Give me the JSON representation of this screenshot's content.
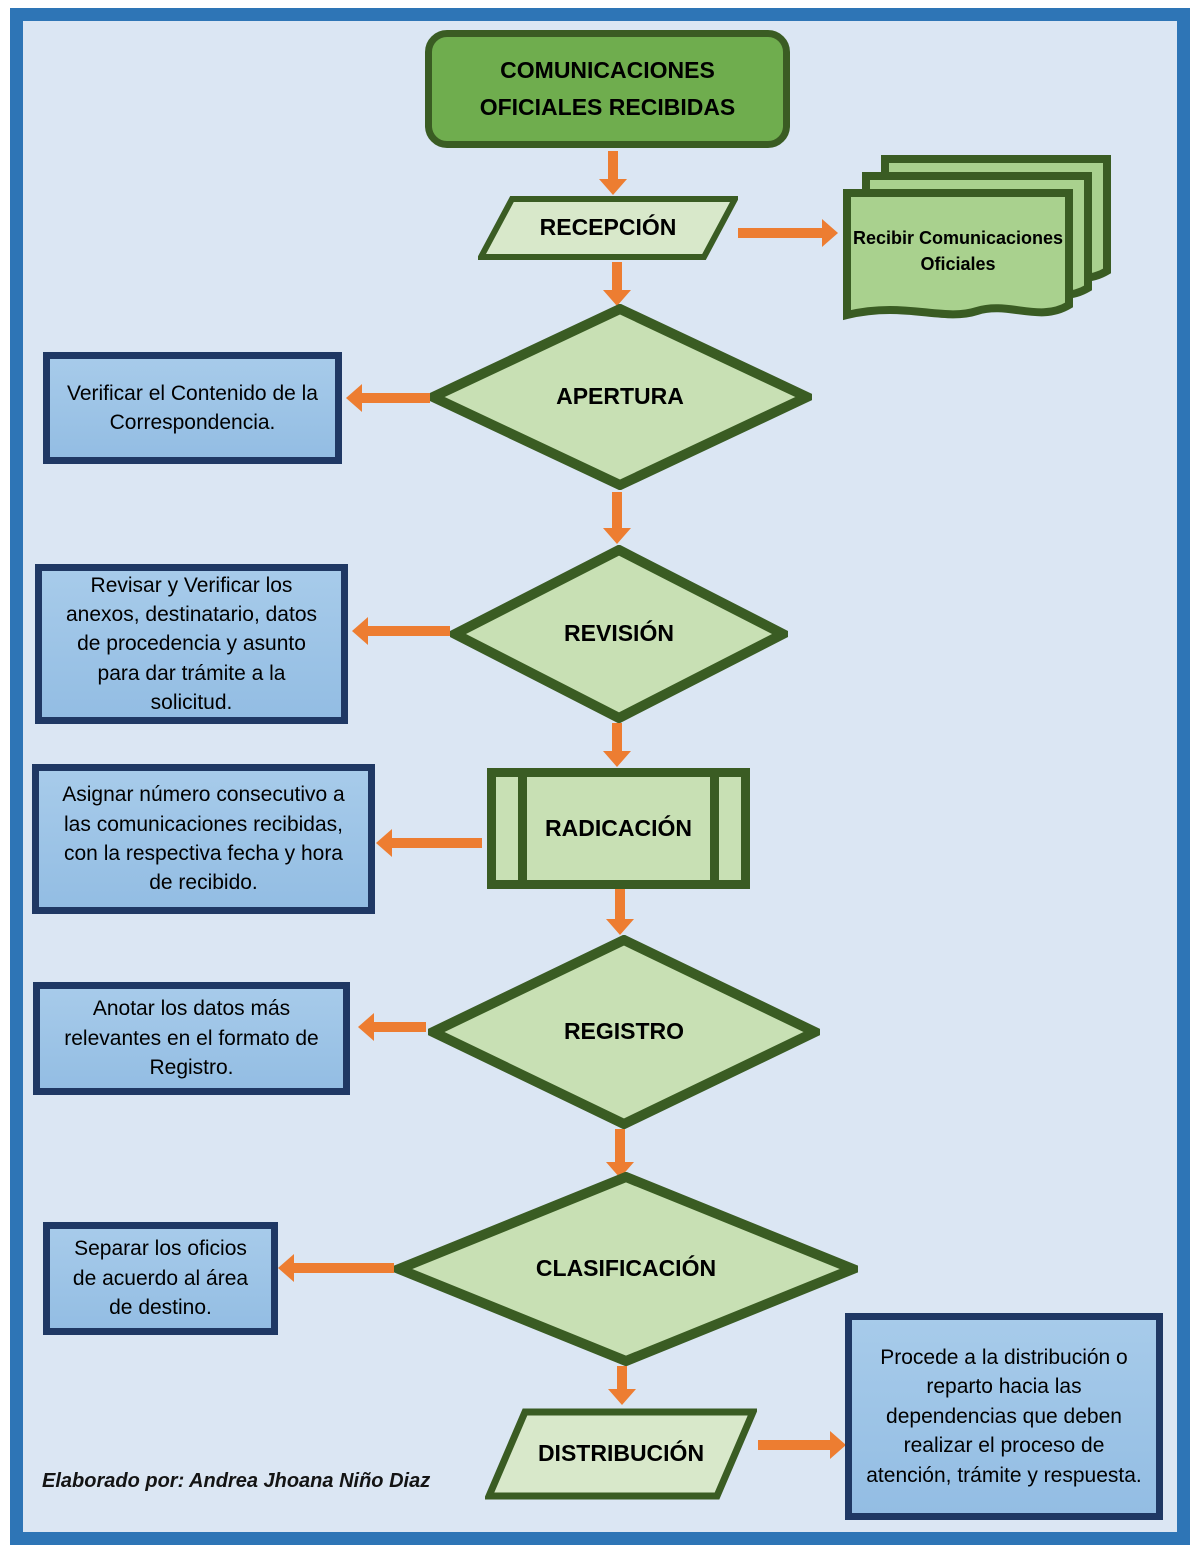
{
  "nodes": {
    "start": "COMUNICACIONES OFICIALES RECIBIDAS",
    "recepcion": "RECEPCIÓN",
    "document": "Recibir Comunicaciones Oficiales",
    "apertura": "APERTURA",
    "revision": "REVISIÓN",
    "radicacion": "RADICACIÓN",
    "registro": "REGISTRO",
    "clasificacion": "CLASIFICACIÓN",
    "distribucion": "DISTRIBUCIÓN"
  },
  "notes": {
    "apertura": "Verificar el Contenido de la Correspondencia.",
    "revision": "Revisar y Verificar los anexos, destinatario, datos de procedencia y asunto para dar trámite a la solicitud.",
    "radicacion": "Asignar número consecutivo a las comunicaciones recibidas, con la respectiva fecha y hora de recibido.",
    "registro": "Anotar los datos más relevantes en el formato de Registro.",
    "clasificacion": "Separar los oficios de acuerdo al área de destino.",
    "distribucion": "Procede a la distribución o reparto hacia las dependencias que deben realizar el proceso de atención, trámite y respuesta."
  },
  "footer": {
    "credit": "Elaborado por: Andrea Jhoana Niño Diaz"
  },
  "colors": {
    "frame_border": "#2e75b6",
    "background": "#dbe6f3",
    "start_fill": "#6fad4e",
    "diamond_fill": "#c8e0b4",
    "parallelogram_fill": "#d8e8ca",
    "document_fill": "#a9d18e",
    "green_border": "#3a5c23",
    "note_fill": "#9dc3e6",
    "note_border": "#1f3864",
    "arrow": "#ed7d31"
  }
}
